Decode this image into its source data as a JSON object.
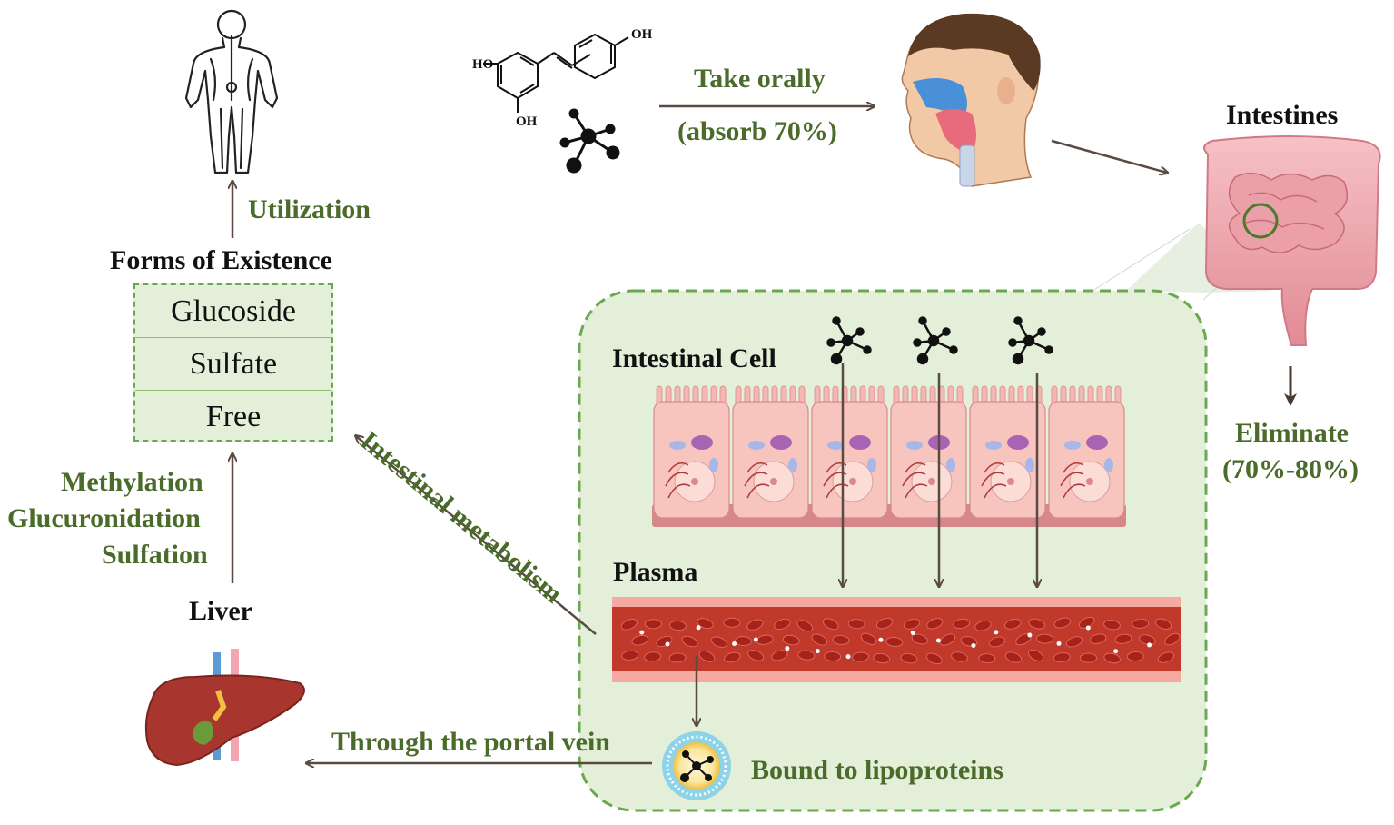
{
  "labels": {
    "take_orally": "Take orally",
    "absorb": "(absorb 70%)",
    "intestines": "Intestines",
    "eliminate": "Eliminate",
    "eliminate_pct": "(70%-80%)",
    "utilization": "Utilization",
    "forms_title": "Forms of Existence",
    "methylation": "Methylation",
    "glucuronidation": "Glucuronidation",
    "sulfation": "Sulfation",
    "liver": "Liver",
    "intestinal_cell": "Intestinal Cell",
    "plasma": "Plasma",
    "intestinal_metabolism": "Intestinal metabolism",
    "portal_vein": "Through the portal vein",
    "lipoproteins": "Bound to lipoproteins",
    "ho_top": "HO",
    "oh_right": "OH",
    "oh_bottom": "OH"
  },
  "forms": [
    "Glucoside",
    "Sulfate",
    "Free"
  ],
  "colors": {
    "green_text": "#4a6b2a",
    "arrow": "#5a4a42",
    "panel_fill": "#e3efd9",
    "panel_border": "#6aa84f",
    "vessel": "#c0392b",
    "cell": "#f5b7b1"
  },
  "icons": [
    "human-body-icon",
    "resveratrol-molecule-icon",
    "molecule-icon",
    "head-icon",
    "intestines-icon",
    "liver-icon",
    "lipoprotein-icon",
    "intestinal-cells-icon",
    "blood-vessel-icon"
  ]
}
